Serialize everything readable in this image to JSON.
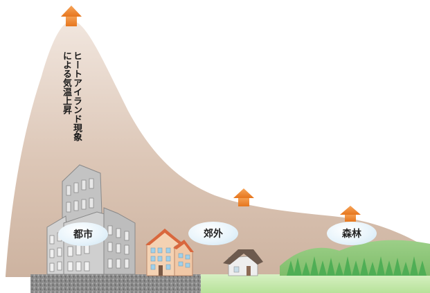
{
  "heat_label_lines": [
    "ヒートアイランド現象",
    "による気温上昇"
  ],
  "zones": [
    {
      "key": "city",
      "label": "都市"
    },
    {
      "key": "suburb",
      "label": "郊外"
    },
    {
      "key": "forest",
      "label": "森林"
    }
  ],
  "colors": {
    "heat_curve_top": "#e7d7cc",
    "heat_curve_bottom": "#c9b19f",
    "arrow": "#f08a2a",
    "ground_city": "#8f8f8f",
    "ground_green": "#c8eab0",
    "pill": "#d6ecf7"
  }
}
